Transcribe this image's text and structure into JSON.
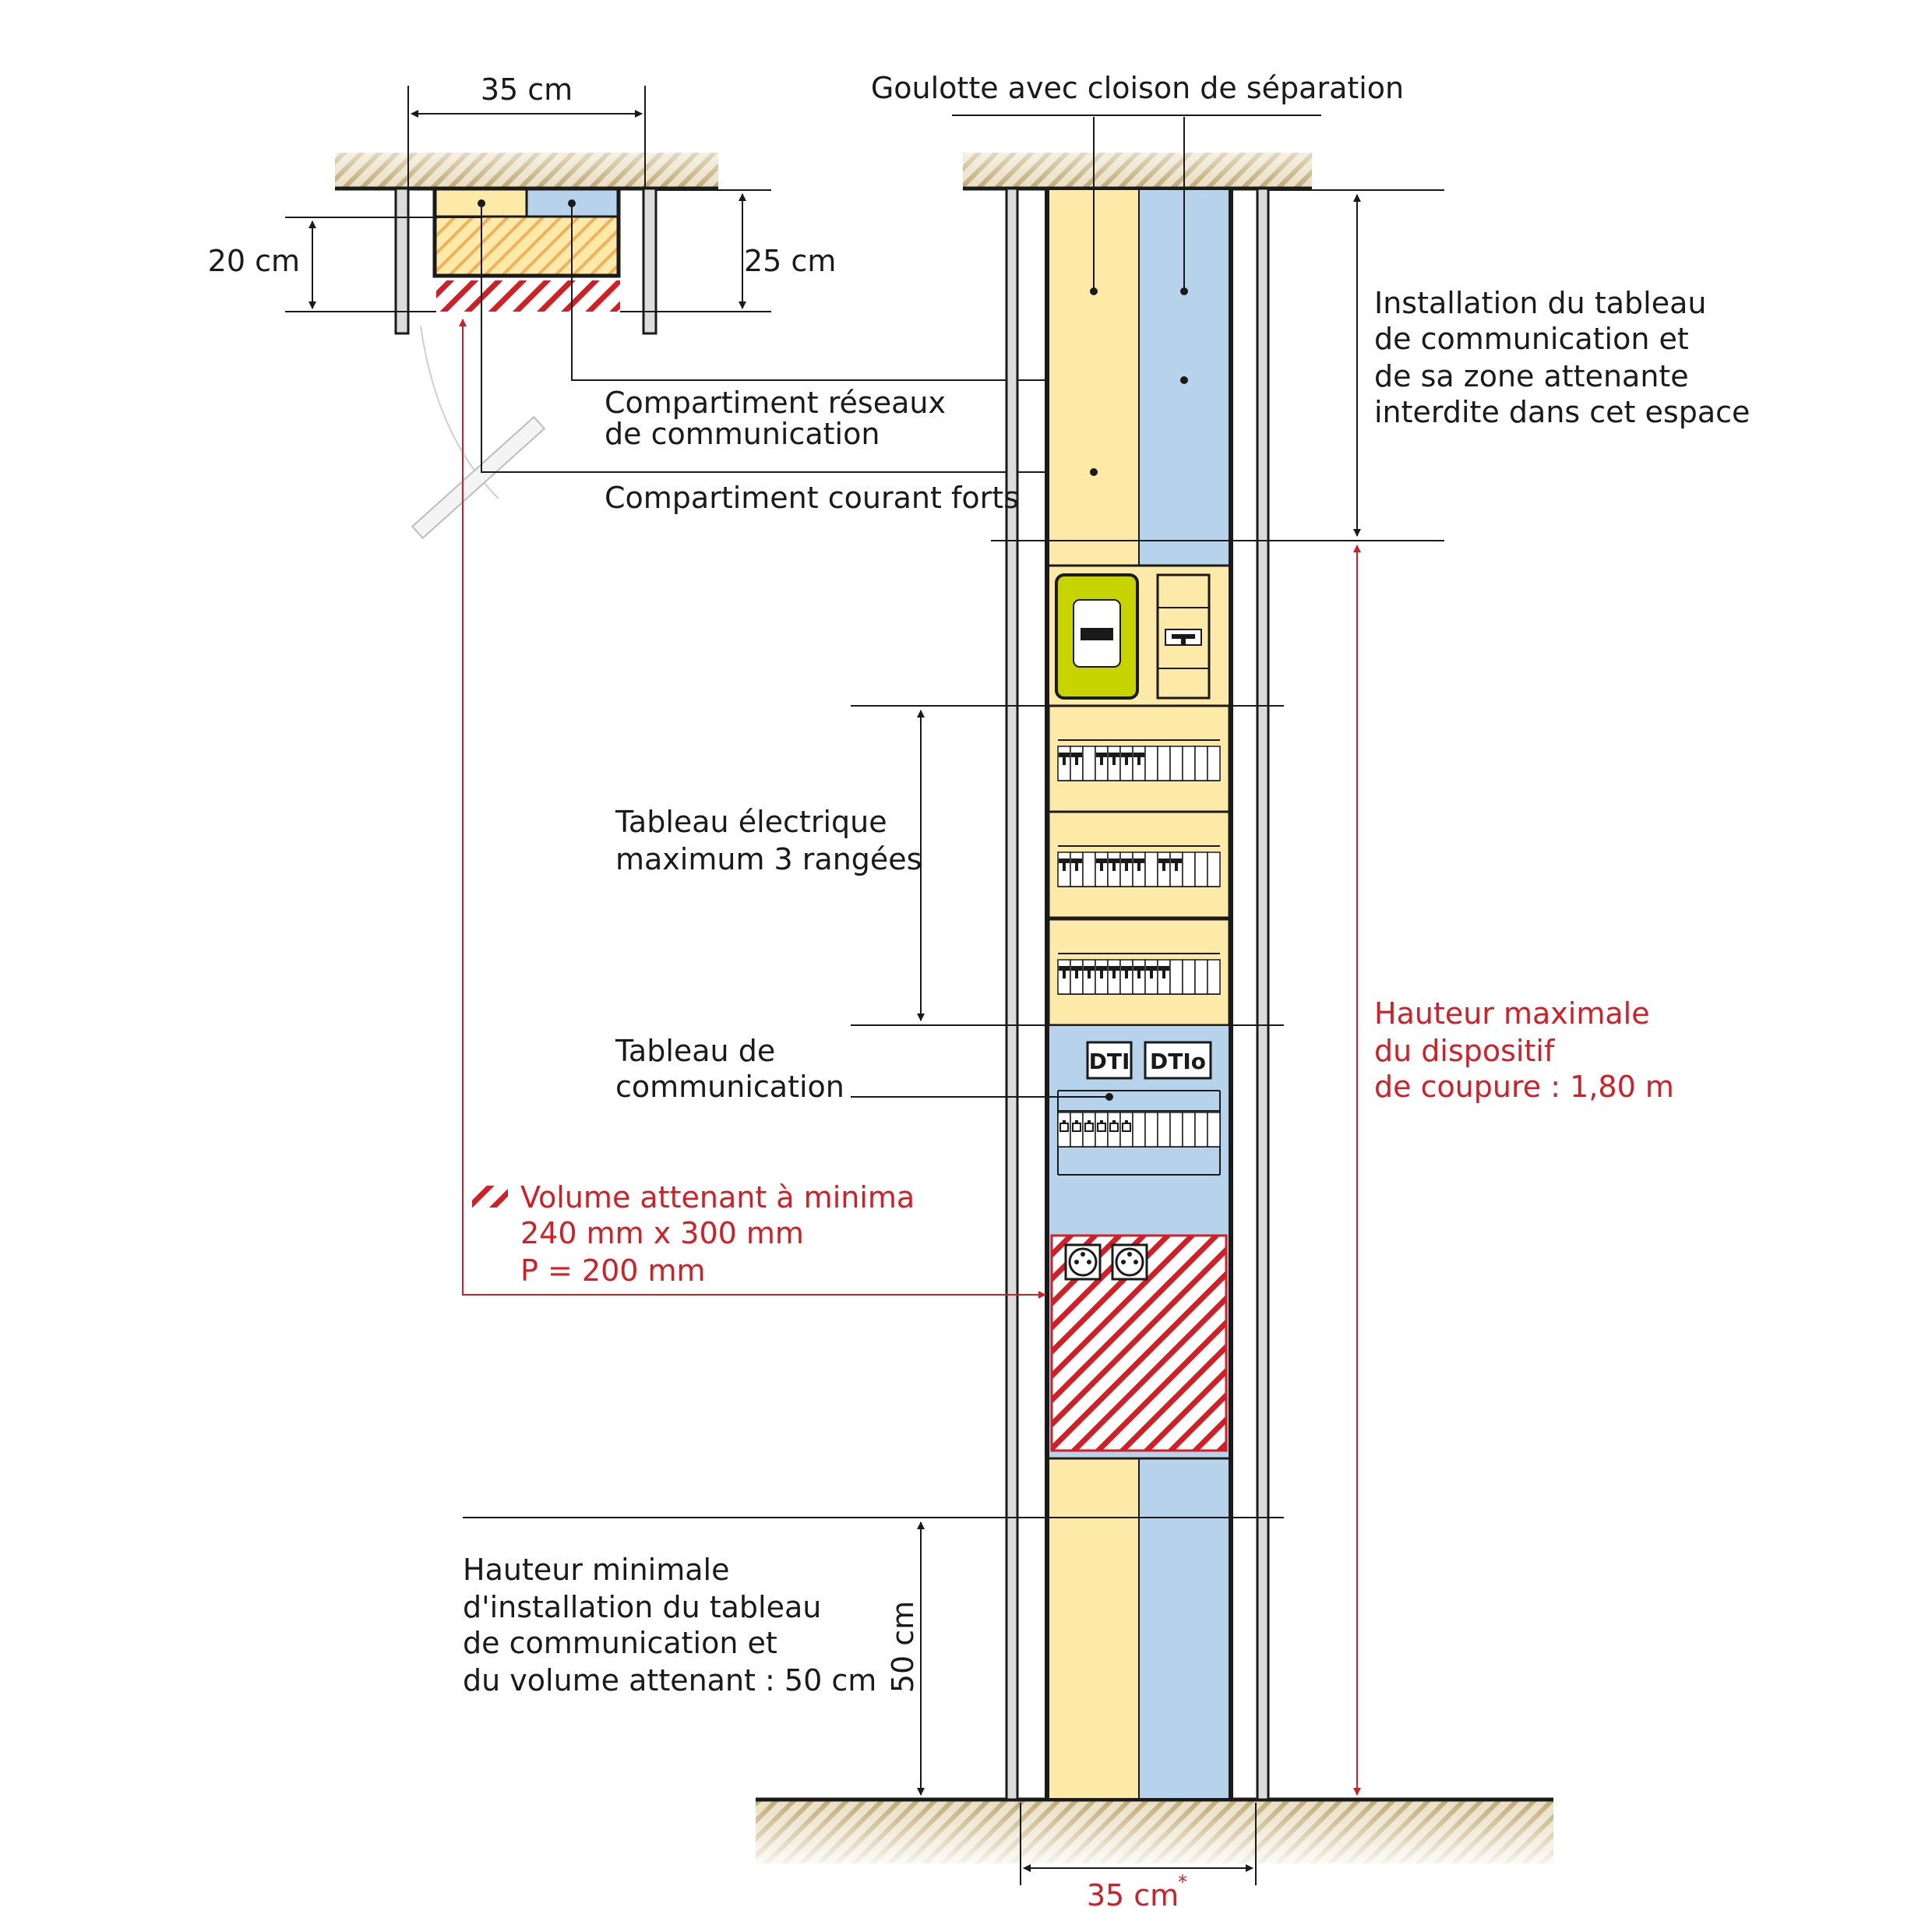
{
  "colors": {
    "yellow": "#fdeaa9",
    "blue": "#b7d3eb",
    "red": "#d21f26",
    "lime": "#c8d400",
    "soil": "#c1ab77",
    "line": "#1a1a1a"
  },
  "top_view": {
    "width_label": "35 cm",
    "depth20_label": "20 cm",
    "depth25_label": "25 cm"
  },
  "labels": {
    "goulotte": "Goulotte avec cloison de séparation",
    "installation": [
      "Installation du tableau",
      "de communication et",
      "de sa zone attenante",
      "interdite dans cet espace"
    ],
    "comp_reseaux": [
      "Compartiment réseaux",
      "de communication"
    ],
    "comp_courant": "Compartiment courant forts",
    "tableau_elec": [
      "Tableau électrique",
      "maximum 3 rangées"
    ],
    "tableau_comm": [
      "Tableau de",
      "communication"
    ],
    "hauteur_max": [
      "Hauteur maximale",
      "du dispositif",
      "de coupure : 1,80 m"
    ],
    "volume": [
      "Volume attenant à minima",
      "240 mm x 300 mm",
      "P = 200 mm"
    ],
    "hauteur_min": [
      "Hauteur minimale",
      "d'installation du tableau",
      "de communication et",
      "du volume attenant : 50 cm"
    ],
    "dim_50": "50 cm",
    "bottom_width": "35 cm",
    "asterisk": "*",
    "dti": "DTI",
    "dtio": "DTIo"
  }
}
